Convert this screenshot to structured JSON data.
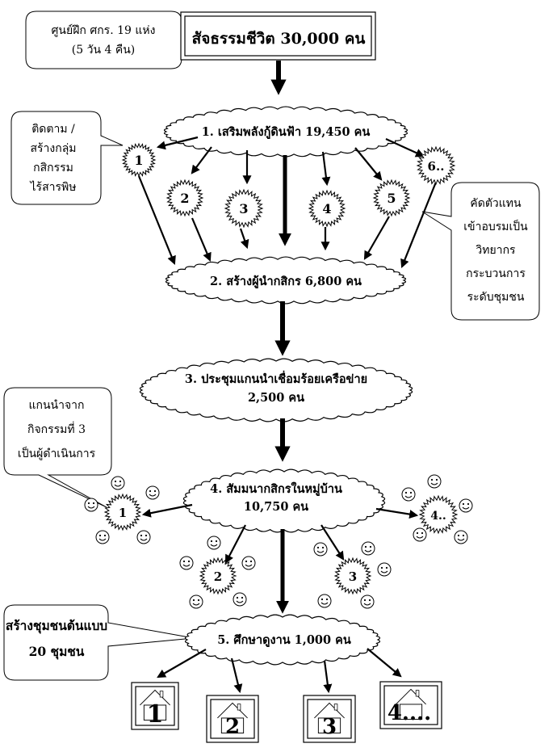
{
  "top_note": {
    "line1": "ศูนย์ฝึก ศกร. 19 แห่ง",
    "line2": "(5 วัน 4 คืน)"
  },
  "title_box": "สัจธรรมชีวิต 30,000 คน",
  "step1": "1. เสริมพลังกู้ดินฟ้า 19,450 คน",
  "step2": "2. สร้างผู้นำกสิกร 6,800 คน",
  "step3": {
    "line1": "3. ประชุมแกนนำเชื่อมร้อยเครือข่าย",
    "line2": "2,500 คน"
  },
  "step4": {
    "line1": "4. สัมมนากสิกรในหมู่บ้าน",
    "line2": "10,750 คน"
  },
  "step5": "5. ศึกษาดูงาน 1,000 คน",
  "note_left": [
    "ติดตาม /",
    "สร้างกลุ่ม",
    "กสิกรรม",
    "ไร้สารพิษ"
  ],
  "note_right": [
    "คัดตัวแทน",
    "เข้าอบรมเป็น",
    "วิทยากร",
    "กระบวนการ",
    "ระดับชุมชน"
  ],
  "note_mid": [
    "แกนนำจาก",
    "กิจกรรมที่ 3",
    "เป็นผู้ดำเนินการ"
  ],
  "note_bottom": {
    "line1": "สร้างชุมชนต้นแบบ",
    "line2": "20 ชุมชน"
  },
  "groups_step1": [
    "1",
    "2",
    "3",
    "4",
    "5",
    "6.."
  ],
  "groups_step4": [
    "1",
    "2",
    "3",
    "4.."
  ],
  "houses": [
    "1",
    "2",
    "3",
    "4...."
  ]
}
